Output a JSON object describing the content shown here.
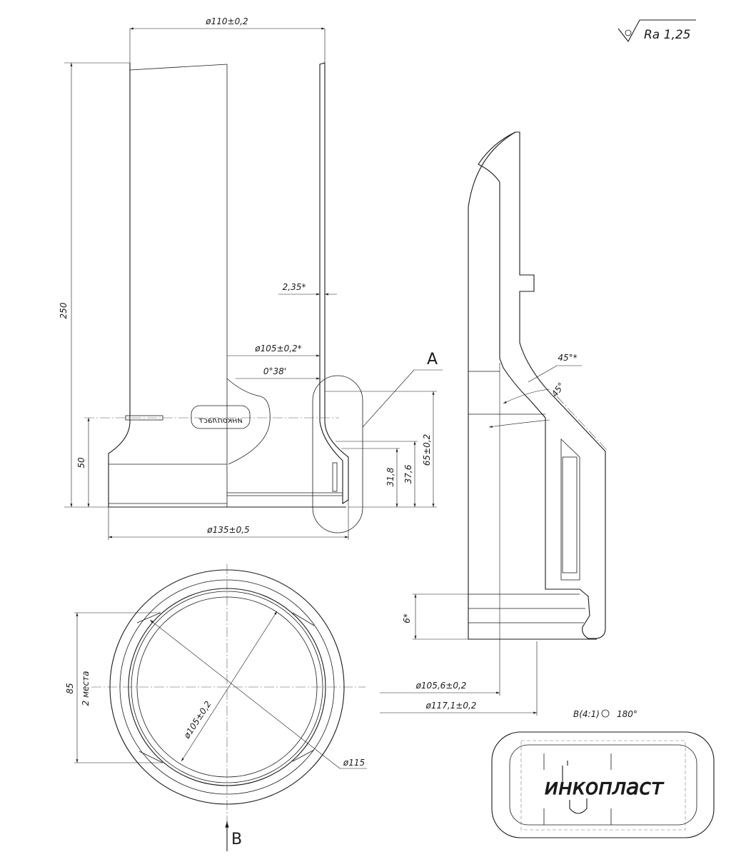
{
  "roughness": {
    "label": "Ra 1,25"
  },
  "front_view": {
    "dim_top_diameter": "ø110±0,2",
    "dim_height": "250",
    "dim_wall": "2,35*",
    "dim_inner_diameter": "ø105±0,2*",
    "dim_angle": "0°38'",
    "dim_socket_height": "50",
    "dim_31_8": "31,8",
    "dim_37_6": "37,6",
    "dim_65": "65±0,2",
    "dim_bottom_diameter": "ø135±0,5",
    "detail_callout": "A",
    "logo_mirror": "инкопласт"
  },
  "section_view": {
    "dim_45_1": "45°*",
    "dim_45_2": "45°",
    "dim_6": "6*",
    "dim_105_6": "ø105,6±0,2",
    "dim_117_1": "ø117,1±0,2"
  },
  "bottom_view": {
    "dim_85": "85",
    "dim_places": "2 места",
    "dim_diameter_105": "ø105±0,2",
    "dim_diameter_115": "ø115",
    "view_label": "B"
  },
  "detail_view": {
    "title": "B(4:1)",
    "title_rotation": "180°",
    "logo_text": "инкопласт"
  }
}
